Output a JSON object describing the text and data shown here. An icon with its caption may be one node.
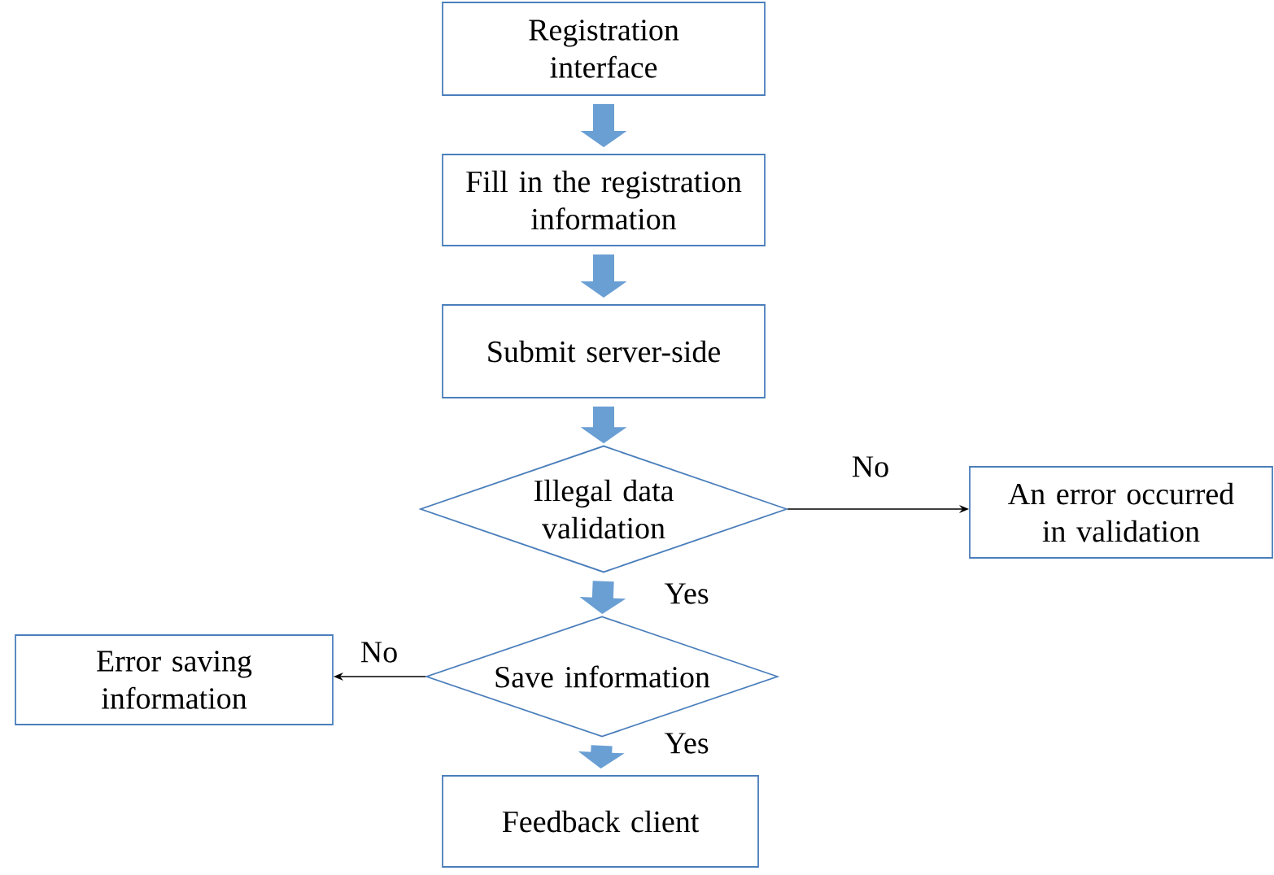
{
  "diagram": {
    "nodes": [
      {
        "text": [
          "Registration interface"
        ]
      },
      {
        "text": [
          "Fill in the registration information"
        ]
      },
      {
        "text": [
          "Submit server-side"
        ]
      },
      {
        "text": [
          "Illegal data validation"
        ]
      },
      {
        "text": [
          "An error occurred in validation"
        ]
      },
      {
        "text": [
          "Save information"
        ]
      },
      {
        "text": [
          "Error saving information"
        ]
      },
      {
        "text": [
          "Feedback client"
        ]
      }
    ],
    "edges": [
      {
        "from": 0,
        "to": 1,
        "arrow": "to"
      },
      {
        "from": 1,
        "to": 2,
        "arrow": "to"
      },
      {
        "from": 2,
        "to": 3,
        "arrow": "to"
      },
      {
        "from": 3,
        "to": 4,
        "arrow": "to",
        "label": "No",
        "color": "#000000"
      },
      {
        "from": 3,
        "to": 5,
        "arrow": "to",
        "label": "Yes"
      },
      {
        "from": 5,
        "to": 6,
        "arrow": "to",
        "label": "No",
        "color": "#000000"
      },
      {
        "from": 5,
        "to": 7,
        "arrow": "to",
        "label": "Yes"
      }
    ]
  }
}
